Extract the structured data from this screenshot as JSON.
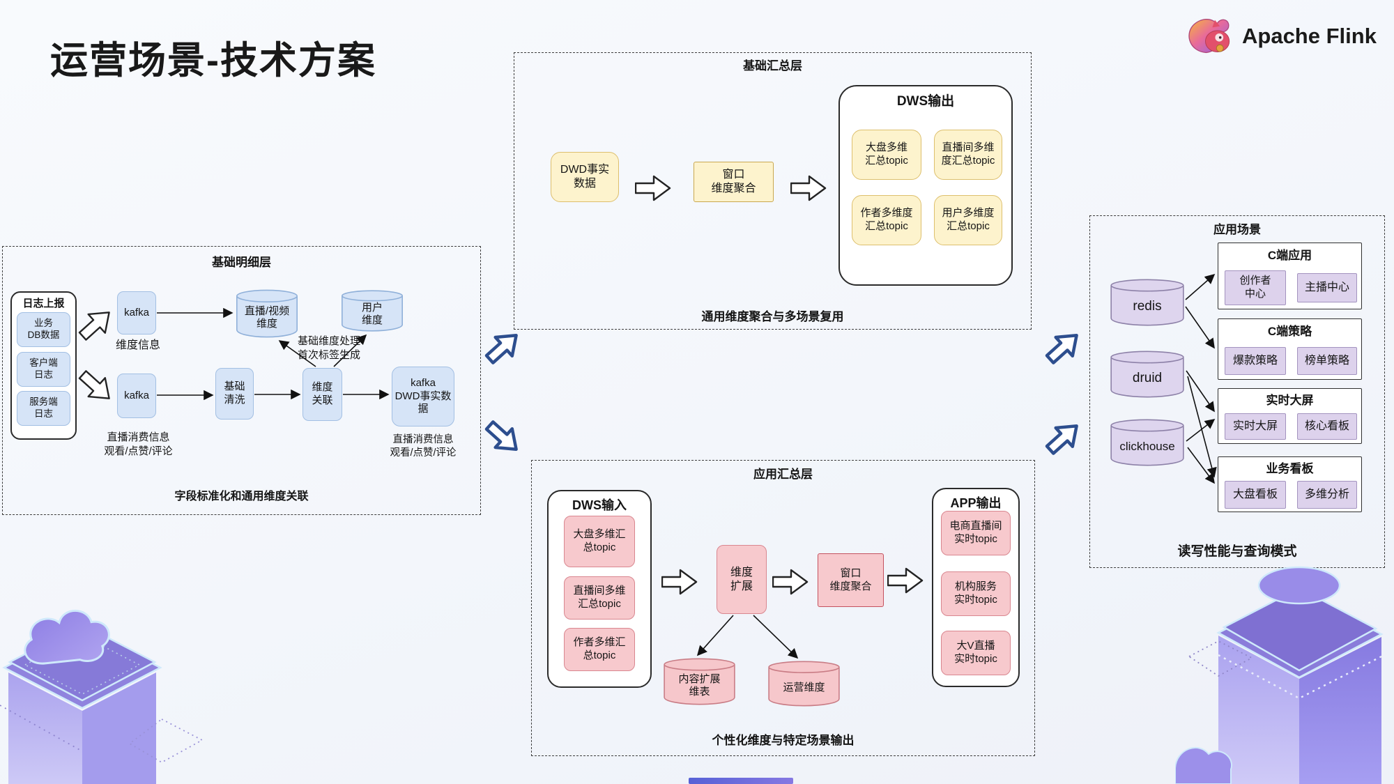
{
  "page_title": "运营场景-技术方案",
  "brand": {
    "name": "Apache Flink"
  },
  "detail": {
    "label": "基础明细层",
    "caption": "字段标准化和通用维度关联",
    "log_report": {
      "title": "日志上报",
      "sources": [
        "业务\nDB数据",
        "客户端\n日志",
        "服务端\n日志"
      ]
    },
    "kafka_top": "kafka",
    "kafka_top_label": "维度信息",
    "kafka_bottom": "kafka",
    "kafka_bottom_label": "直播消费信息\n观看/点赞/评论",
    "clean": "基础\n清洗",
    "dim_join": "维度\n关联",
    "live_video_dim": "直播/视频\n维度",
    "user_dim": "用户\n维度",
    "process_note": "基础维度处理\n首次标签生成",
    "kafka_dwd": "kafka\nDWD事实数\n据",
    "kafka_dwd_label": "直播消费信息\n观看/点赞/评论"
  },
  "base_agg": {
    "label": "基础汇总层",
    "caption": "通用维度聚合与多场景复用",
    "dwd_fact": "DWD事实\n数据",
    "window_agg": "窗口\n维度聚合",
    "dws_output": {
      "title": "DWS输出",
      "topics": [
        "大盘多维\n汇总topic",
        "直播间多维\n度汇总topic",
        "作者多维度\n汇总topic",
        "用户多维度\n汇总topic"
      ]
    }
  },
  "app_agg": {
    "label": "应用汇总层",
    "caption": "个性化维度与特定场景输出",
    "dws_input": {
      "title": "DWS输入",
      "topics": [
        "大盘多维汇\n总topic",
        "直播间多维\n汇总topic",
        "作者多维汇\n总topic"
      ]
    },
    "dim_extend": "维度\n扩展",
    "window_agg": "窗口\n维度聚合",
    "content_dim_table": "内容扩展\n维表",
    "op_dim": "运营维度",
    "app_output": {
      "title": "APP输出",
      "topics": [
        "电商直播间\n实时topic",
        "机构服务\n实时topic",
        "大V直播\n实时topic"
      ]
    }
  },
  "app_scene": {
    "label": "应用场景",
    "caption": "读写性能与查询模式",
    "stores": [
      "redis",
      "druid",
      "clickhouse"
    ],
    "groups": [
      {
        "title": "C端应用",
        "items": [
          "创作者\n中心",
          "主播中心"
        ]
      },
      {
        "title": "C端策略",
        "items": [
          "爆款策略",
          "榜单策略"
        ]
      },
      {
        "title": "实时大屏",
        "items": [
          "实时大屏",
          "核心看板"
        ]
      },
      {
        "title": "业务看板",
        "items": [
          "大盘看板",
          "多维分析"
        ]
      }
    ]
  }
}
